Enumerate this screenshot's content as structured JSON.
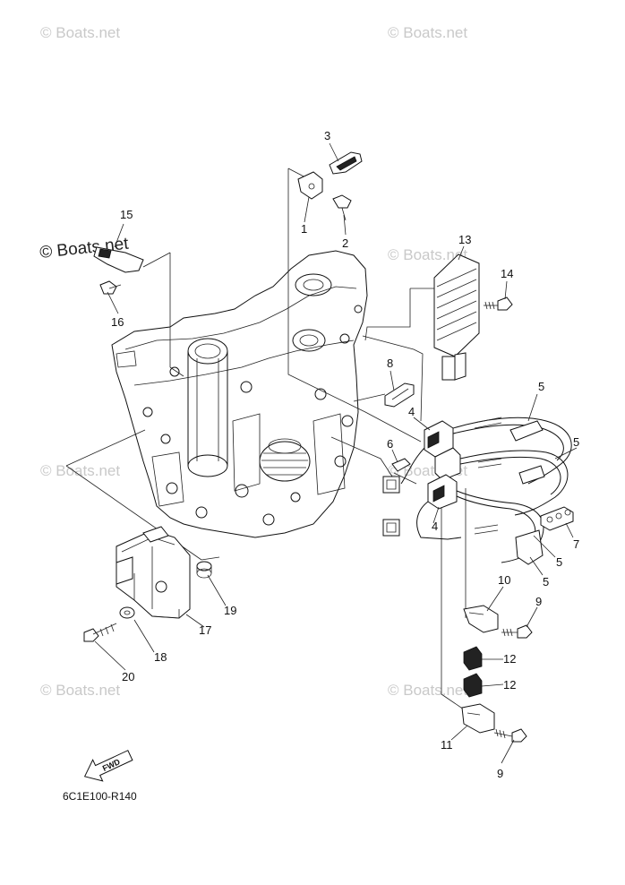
{
  "watermarks": [
    {
      "id": "wm1",
      "text": "© Boats.net"
    },
    {
      "id": "wm2",
      "text": "© Boats.net"
    },
    {
      "id": "wm3",
      "text": "© Boats.net"
    },
    {
      "id": "wm4",
      "text": "© Boats.net"
    },
    {
      "id": "wm5",
      "text": "© Boats.net"
    },
    {
      "id": "wm6",
      "text": "© Boats.net"
    },
    {
      "id": "wm7",
      "text": "© Boats.net"
    }
  ],
  "overlay_watermark": "© Boats.net",
  "part_numbers": {
    "p1": "1",
    "p2": "2",
    "p3": "3",
    "p4a": "4",
    "p4b": "4",
    "p5a": "5",
    "p5b": "5",
    "p5c": "5",
    "p5d": "5",
    "p6": "6",
    "p7": "7",
    "p8": "8",
    "p9a": "9",
    "p9b": "9",
    "p10": "10",
    "p11": "11",
    "p12a": "12",
    "p12b": "12",
    "p13": "13",
    "p14": "14",
    "p15": "15",
    "p16": "16",
    "p17": "17",
    "p18": "18",
    "p19": "19",
    "p20": "20"
  },
  "fwd_label": "FWD",
  "drawing_code": "6C1E100-R140"
}
